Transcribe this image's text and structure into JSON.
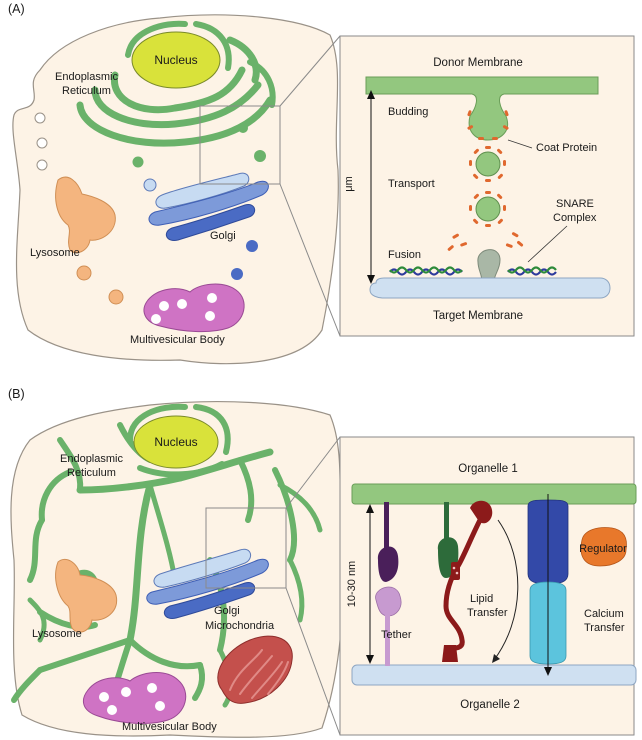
{
  "panel_a": {
    "label": "(A)",
    "nucleus": "Nucleus",
    "er_line1": "Endoplasmic",
    "er_line2": "Reticulum",
    "lysosome": "Lysosome",
    "golgi": "Golgi",
    "mvb": "Multivesicular Body",
    "donor_membrane": "Donor Membrane",
    "budding": "Budding",
    "coat_protein": "Coat Protein",
    "transport": "Transport",
    "scale": "μm",
    "snare_line1": "SNARE",
    "snare_line2": "Complex",
    "fusion": "Fusion",
    "target_membrane": "Target Membrane"
  },
  "panel_b": {
    "label": "(B)",
    "nucleus": "Nucleus",
    "er_line1": "Endoplasmic",
    "er_line2": "Reticulum",
    "lysosome": "Lysosome",
    "golgi": "Golgi",
    "mito": "Microchondria",
    "mvb": "Multivesicular Body",
    "organelle1": "Organelle 1",
    "organelle2": "Organelle 2",
    "scale": "10-30 nm",
    "tether": "Tether",
    "lipid_line1": "Lipid",
    "lipid_line2": "Transfer",
    "calcium_line1": "Calcium",
    "calcium_line2": "Transfer",
    "regulator": "Regulator"
  },
  "colors": {
    "cell_fill": "#fdf3e6",
    "er": "#6ab26a",
    "nucleus": "#d9e23a",
    "golgi_light": "#c7dbf2",
    "golgi_mid": "#7d9ad9",
    "golgi_dark": "#3f5fb5",
    "lysosome": "#f4b57f",
    "mvb": "#cf73c4",
    "mito": "#c4504c",
    "coat": "#e0682e",
    "target_membrane": "#cfe0f1",
    "tether_dark": "#4a1f5a",
    "tether_light": "#c79ad0",
    "lipid": "#8c1a1a",
    "calcium_top": "#3349a8",
    "calcium_bottom": "#5cc4dd",
    "regulator": "#e8782b"
  }
}
